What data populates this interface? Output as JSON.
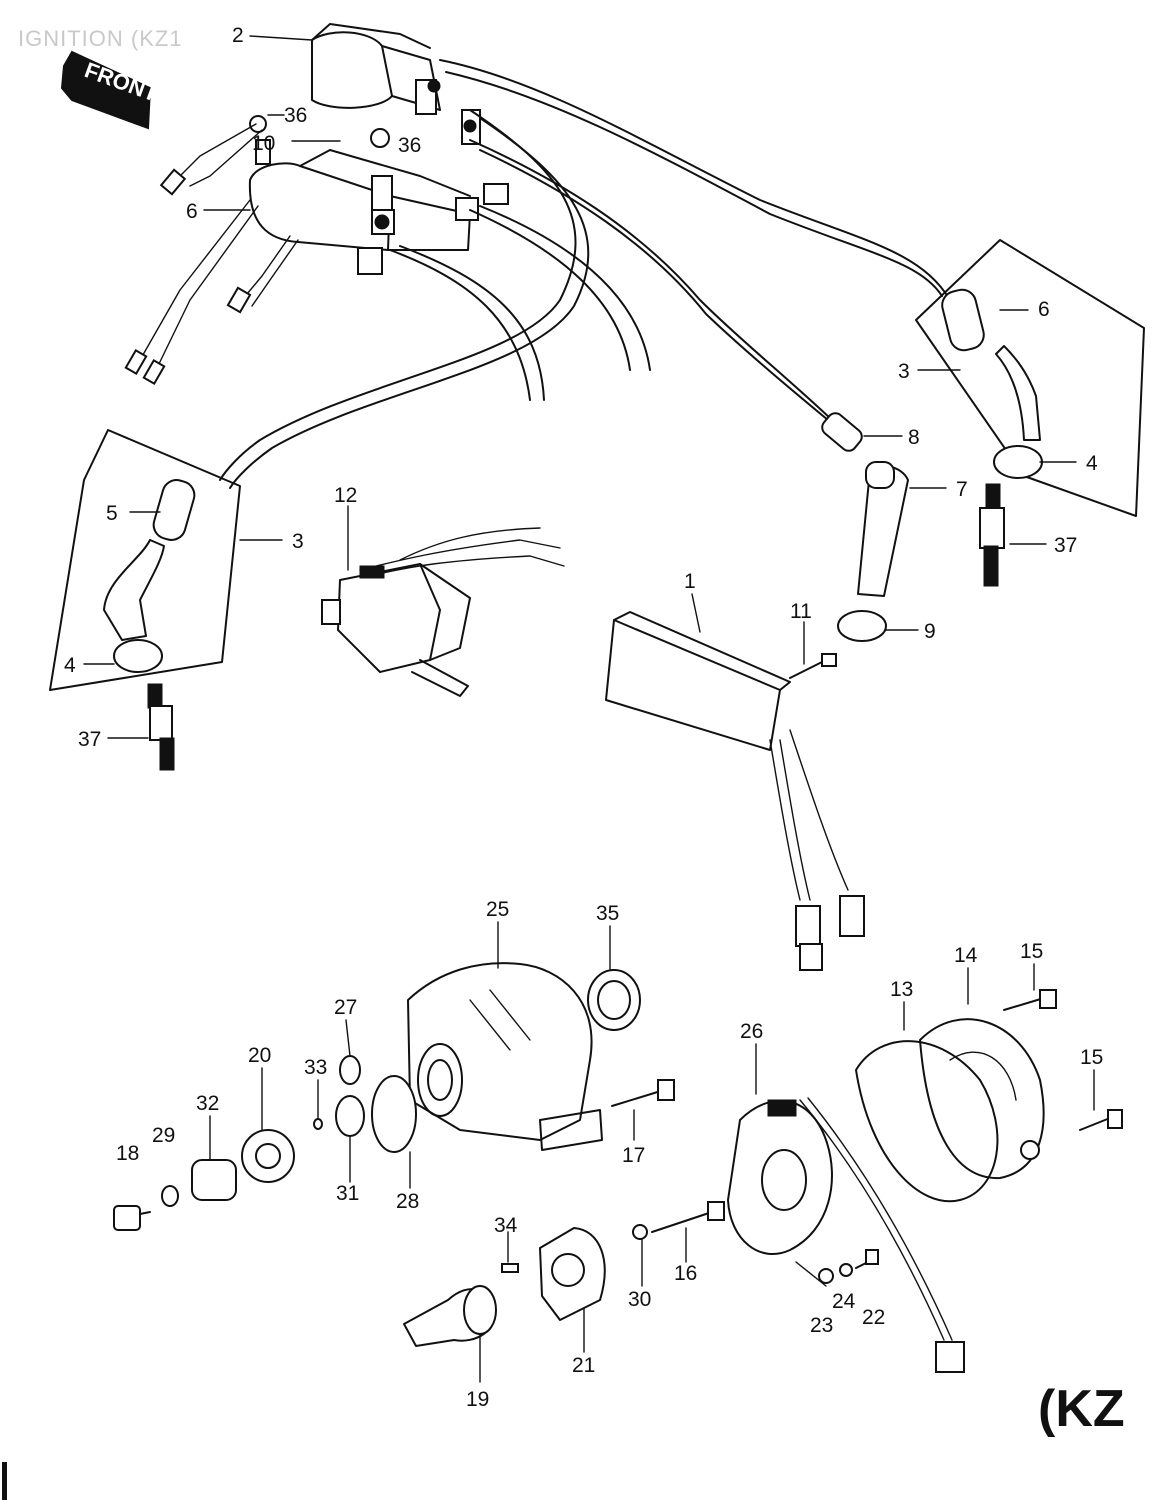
{
  "header": {
    "title": "IGNITION (KZ1"
  },
  "front_arrow": {
    "label": "FRONT"
  },
  "model_tag": {
    "text": "(KZ"
  },
  "callouts": [
    {
      "id": "c2a",
      "text": "2"
    },
    {
      "id": "c36a",
      "text": "36"
    },
    {
      "id": "c10",
      "text": "10"
    },
    {
      "id": "c36b",
      "text": "36"
    },
    {
      "id": "c6a",
      "text": "6"
    },
    {
      "id": "c6b",
      "text": "6"
    },
    {
      "id": "c3a",
      "text": "3"
    },
    {
      "id": "c8",
      "text": "8"
    },
    {
      "id": "c4a",
      "text": "4"
    },
    {
      "id": "c7",
      "text": "7"
    },
    {
      "id": "c37a",
      "text": "37"
    },
    {
      "id": "c12",
      "text": "12"
    },
    {
      "id": "c5",
      "text": "5"
    },
    {
      "id": "c3b",
      "text": "3"
    },
    {
      "id": "c1",
      "text": "1"
    },
    {
      "id": "c11",
      "text": "11"
    },
    {
      "id": "c9",
      "text": "9"
    },
    {
      "id": "c4b",
      "text": "4"
    },
    {
      "id": "c37b",
      "text": "37"
    },
    {
      "id": "c25",
      "text": "25"
    },
    {
      "id": "c35",
      "text": "35"
    },
    {
      "id": "c14",
      "text": "14"
    },
    {
      "id": "c15a",
      "text": "15"
    },
    {
      "id": "c13",
      "text": "13"
    },
    {
      "id": "c27",
      "text": "27"
    },
    {
      "id": "c26",
      "text": "26"
    },
    {
      "id": "c20",
      "text": "20"
    },
    {
      "id": "c33",
      "text": "33"
    },
    {
      "id": "c15b",
      "text": "15"
    },
    {
      "id": "c32",
      "text": "32"
    },
    {
      "id": "c29",
      "text": "29"
    },
    {
      "id": "c18",
      "text": "18"
    },
    {
      "id": "c17",
      "text": "17"
    },
    {
      "id": "c31",
      "text": "31"
    },
    {
      "id": "c28",
      "text": "28"
    },
    {
      "id": "c34",
      "text": "34"
    },
    {
      "id": "c16",
      "text": "16"
    },
    {
      "id": "c30",
      "text": "30"
    },
    {
      "id": "c24",
      "text": "24"
    },
    {
      "id": "c22",
      "text": "22"
    },
    {
      "id": "c23",
      "text": "23"
    },
    {
      "id": "c21",
      "text": "21"
    },
    {
      "id": "c19",
      "text": "19"
    }
  ]
}
